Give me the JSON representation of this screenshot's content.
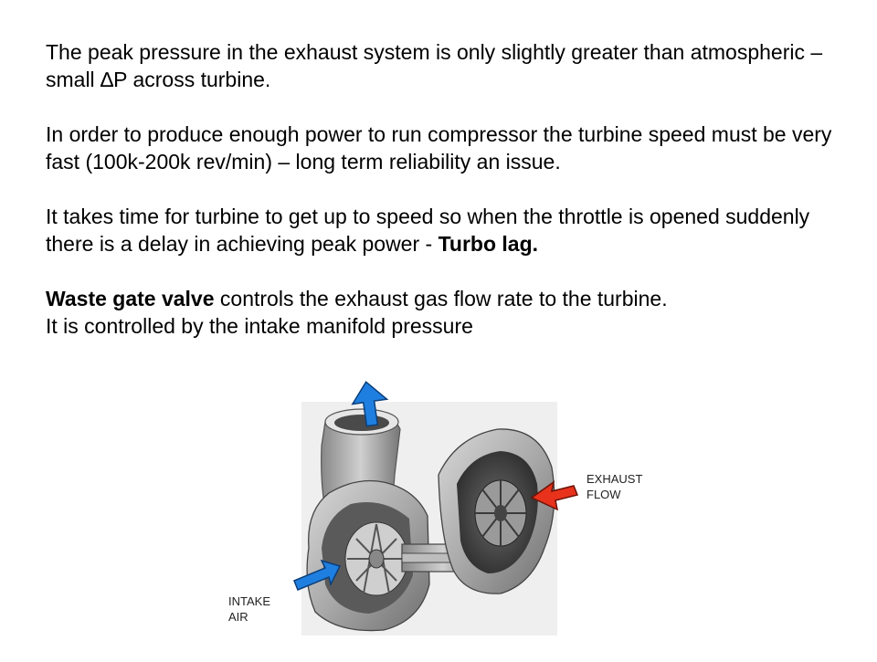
{
  "paragraphs": {
    "p1": "The peak pressure in the exhaust system is only slightly greater than atmospheric – small ∆P across turbine.",
    "p2": "In order to produce enough power to run compressor the turbine speed must be very fast  (100k-200k rev/min) – long term reliability an issue.",
    "p3_text": "It takes time for turbine to get up to speed so when the throttle is opened suddenly there is a delay in achieving peak power - ",
    "p3_bold": "Turbo lag.",
    "p4_bold": "Waste gate valve",
    "p4_text": " controls the exhaust gas flow rate to the turbine.",
    "p5": "It is controlled by the intake manifold pressure"
  },
  "figure": {
    "exhaust_label": "EXHAUST\nFLOW",
    "intake_label": "INTAKE\nAIR",
    "colors": {
      "outlet_arrow": "#1f7fe0",
      "intake_arrow": "#1f7fe0",
      "exhaust_arrow": "#e8321c"
    }
  }
}
